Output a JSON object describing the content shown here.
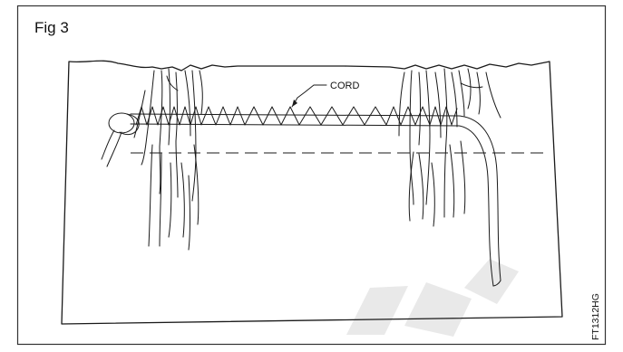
{
  "figure": {
    "label": "Fig 3",
    "callout": "CORD",
    "code": "FT1312HG"
  },
  "colors": {
    "ink": "#1a1a1a",
    "frame": "#333333",
    "watermark": "#e9e9e9",
    "background": "#ffffff"
  }
}
